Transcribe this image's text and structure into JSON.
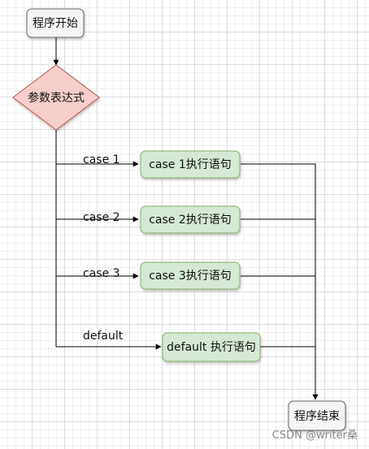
{
  "nodes": {
    "start": "程序开始",
    "decision": "参数表达式",
    "case1": "case 1执行语句",
    "case2": "case 2执行语句",
    "case3": "case 3执行语句",
    "default": "default 执行语句",
    "end": "程序结束"
  },
  "edge_labels": {
    "case1": "case 1",
    "case2": "case 2",
    "case3": "case 3",
    "default": "default"
  },
  "watermark": "CSDN @writer桑",
  "colors": {
    "process_fill": "#f5f5f5",
    "process_stroke": "#666666",
    "decision_fill": "#f8cecc",
    "decision_stroke": "#b85450",
    "case_fill": "#d5e8d4",
    "case_stroke": "#82b366",
    "edge": "#000000"
  }
}
